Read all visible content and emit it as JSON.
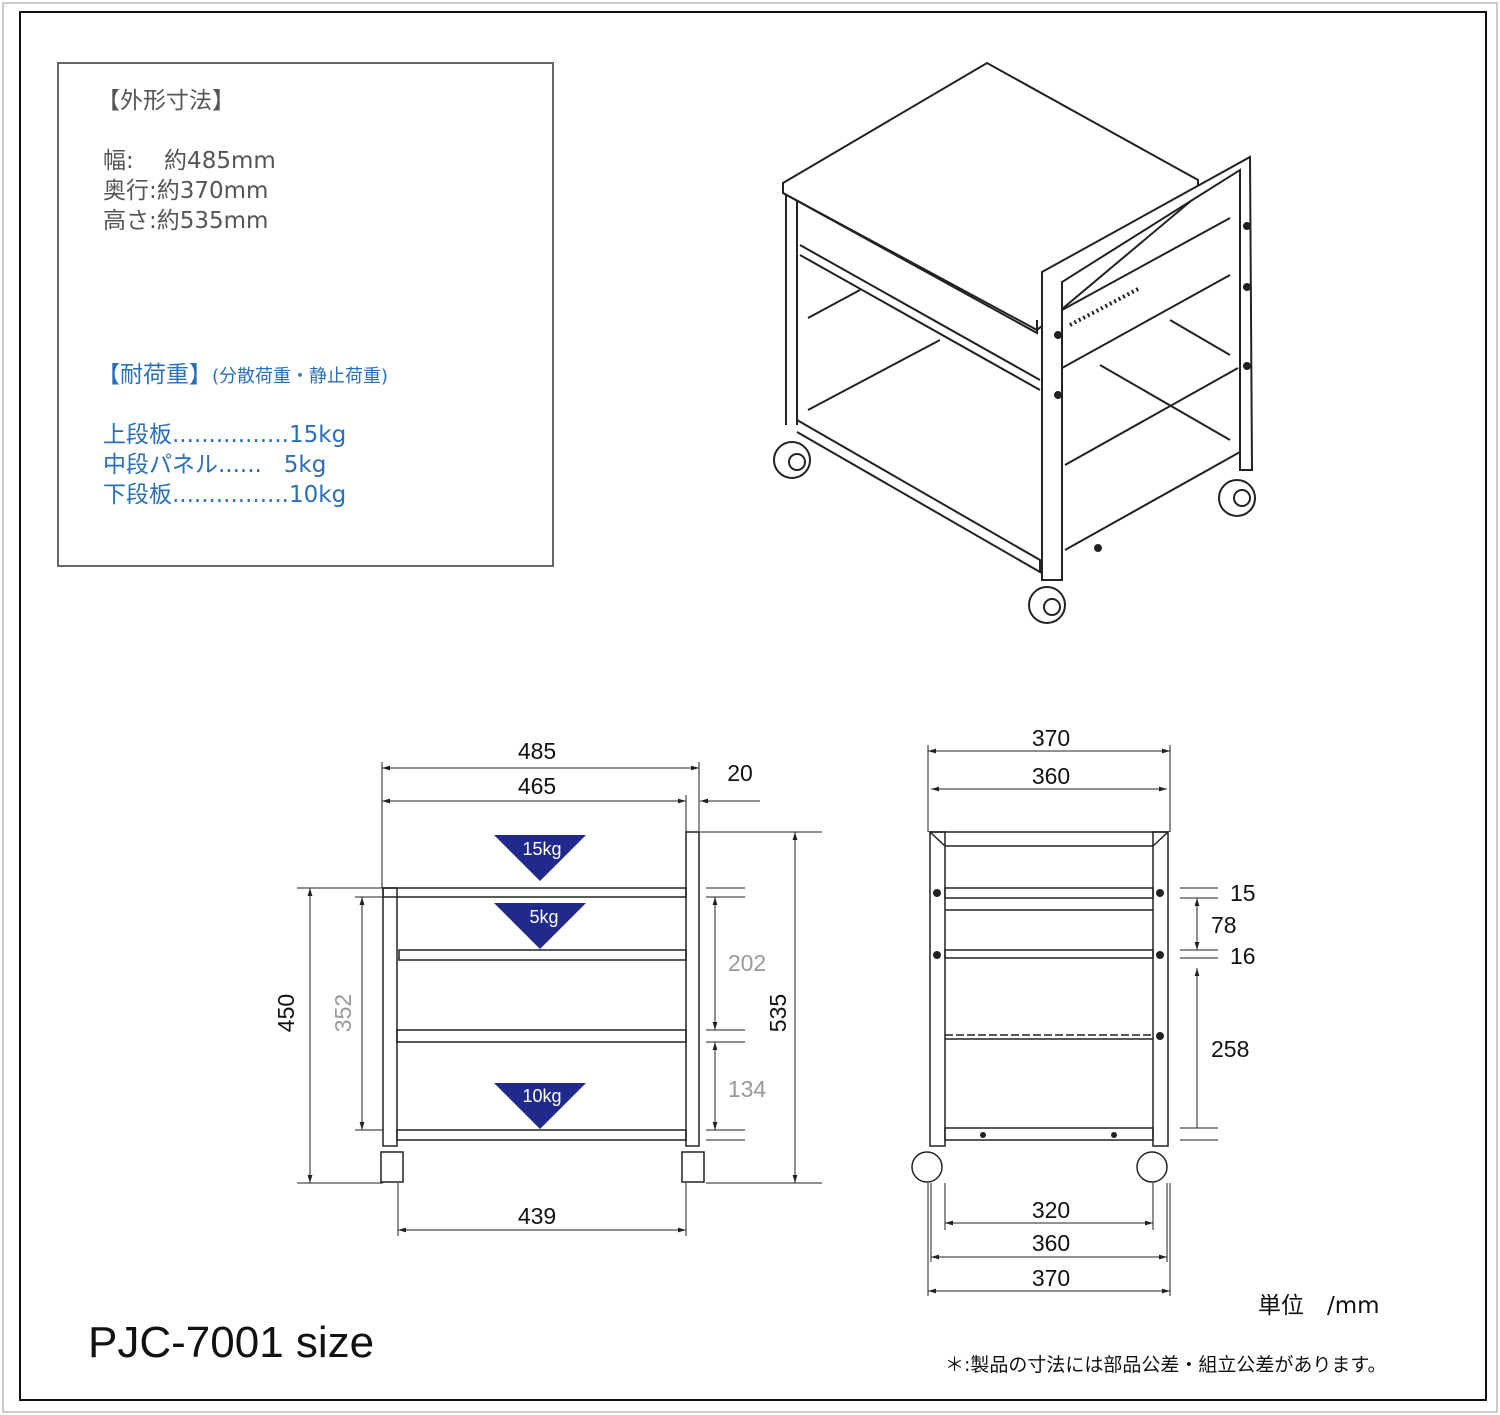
{
  "outer_dimensions": {
    "heading": "【外形寸法】",
    "width": "幅:　 約485mm",
    "depth": "奥行:約370mm",
    "height": "高さ:約535mm"
  },
  "load_capacity": {
    "heading": "【耐荷重】",
    "subheading": "(分散荷重・静止荷重)",
    "items": [
      "上段板................15kg",
      "中段パネル......   5kg",
      "下段板................10kg"
    ]
  },
  "front_view": {
    "dims": [
      "485",
      "465",
      "20",
      "450",
      "352",
      "202",
      "134",
      "535",
      "439"
    ],
    "loads": [
      "15kg",
      "5kg",
      "10kg"
    ]
  },
  "side_view": {
    "dims": [
      "370",
      "360",
      "15",
      "78",
      "16",
      "258",
      "320",
      "360",
      "370"
    ]
  },
  "footer": {
    "model": "PJC-7001 size",
    "unit": "単位　/mm",
    "note": "＊:製品の寸法には部品公差・組立公差があります。"
  },
  "colors": {
    "blue_text": "#2a6fba",
    "load_marker": "#1f2a8a"
  }
}
